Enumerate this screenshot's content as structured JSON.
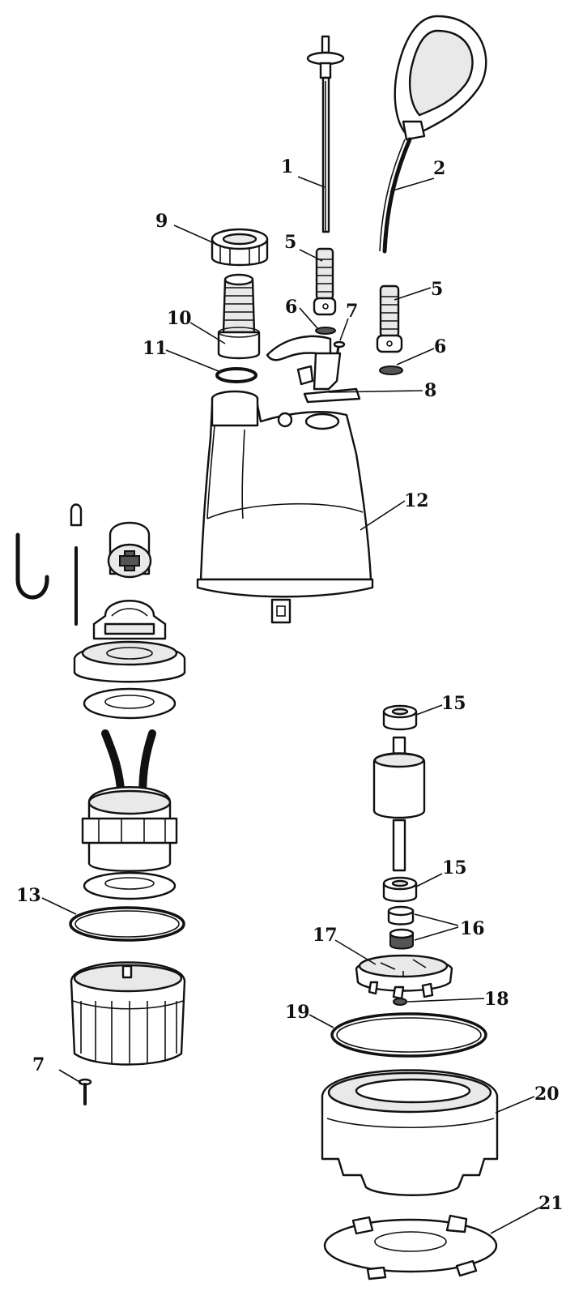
{
  "callouts": [
    {
      "id": "c1",
      "text": "1"
    },
    {
      "id": "c2",
      "text": "2"
    },
    {
      "id": "c5a",
      "text": "5"
    },
    {
      "id": "c5b",
      "text": "5"
    },
    {
      "id": "c6a",
      "text": "6"
    },
    {
      "id": "c6b",
      "text": "6"
    },
    {
      "id": "c7a",
      "text": "7"
    },
    {
      "id": "c7b",
      "text": "7"
    },
    {
      "id": "c8",
      "text": "8"
    },
    {
      "id": "c9",
      "text": "9"
    },
    {
      "id": "c10",
      "text": "10"
    },
    {
      "id": "c11",
      "text": "11"
    },
    {
      "id": "c12",
      "text": "12"
    },
    {
      "id": "c13",
      "text": "13"
    },
    {
      "id": "c15a",
      "text": "15"
    },
    {
      "id": "c15b",
      "text": "15"
    },
    {
      "id": "c16",
      "text": "16"
    },
    {
      "id": "c17",
      "text": "17"
    },
    {
      "id": "c18",
      "text": "18"
    },
    {
      "id": "c19",
      "text": "19"
    },
    {
      "id": "c20",
      "text": "20"
    },
    {
      "id": "c21",
      "text": "21"
    }
  ]
}
